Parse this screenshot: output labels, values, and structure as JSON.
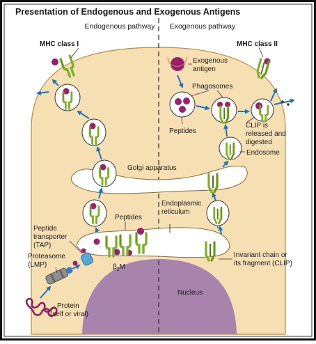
{
  "title": "Presentation of Endogenous and Exogenous Antigens",
  "headers": {
    "endogenous": "Endogenous pathway",
    "exogenous": "Exogenous pathway"
  },
  "labels": {
    "mhc1": "MHC class I",
    "mhc2": "MHC class II",
    "exogenous_antigen": [
      "Exogenous",
      "antigen"
    ],
    "phagosomes": "Phagosomes",
    "peptides_right": "Peptides",
    "clip_released": [
      "CLIP is",
      "released and",
      "digested"
    ],
    "endosome": "Endosome",
    "golgi": "Golgi apparatus",
    "er": [
      "Endoplasmic",
      "reticulum"
    ],
    "peptides_left": "Peptides",
    "tap": [
      "Peptide",
      "transporter",
      "(TAP)"
    ],
    "proteasome": [
      "Proteasome",
      "(LMP)"
    ],
    "b2m": "β",
    "b2m_sub": "2",
    "b2m_suffix": "M",
    "invariant": [
      "Invariant chain or",
      "its fragment (CLIP)"
    ],
    "nucleus": "Nucleus",
    "protein": [
      "Protein",
      "(self or viral)"
    ]
  },
  "colors": {
    "cell": "#f7dfb4",
    "cell_edge": "#b88a3c",
    "vesicle": "#ffffff",
    "peptide": "#9b1f6b",
    "mhc": "#7fb02a",
    "mhc_dark": "#4e7a10",
    "arrow": "#1f74b8",
    "nucleus": "#a883ac",
    "frame": "#111111"
  }
}
